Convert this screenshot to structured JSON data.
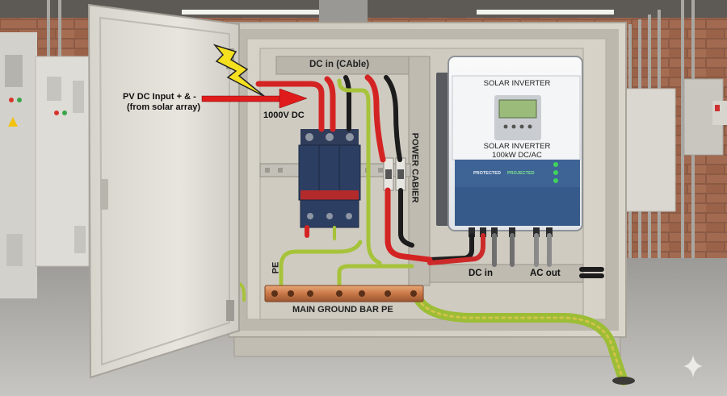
{
  "labels": {
    "dc_in_cable": "DC in (CAble)",
    "pv_input_line1": "PV DC Input + & -",
    "pv_input_line2": "(from solar array)",
    "voltage": "1000V DC",
    "power_cabinet": "POWER CABIER",
    "pe": "PE",
    "main_ground_bar": "MAIN GROUND BAR PE",
    "dc_in": "DC in",
    "ac_out": "AC out"
  },
  "inverter": {
    "title": "SOLAR INVERTER",
    "name": "SOLAR INVERTER",
    "rating": "100kW DC/AC",
    "status_left": "PROTECTED",
    "status_right": "PROJECTED"
  },
  "colors": {
    "dc_positive": "#d42323",
    "pe_conductor": "#a6c33a",
    "arrow": "#e01b1b",
    "lightning": "#f5e020",
    "spd_body": "#2c3f63",
    "inverter_band": "#3e6496"
  },
  "icons": [
    "lightning-bolt-icon",
    "red-arrow-icon",
    "sparkle-icon",
    "warning-icon"
  ]
}
